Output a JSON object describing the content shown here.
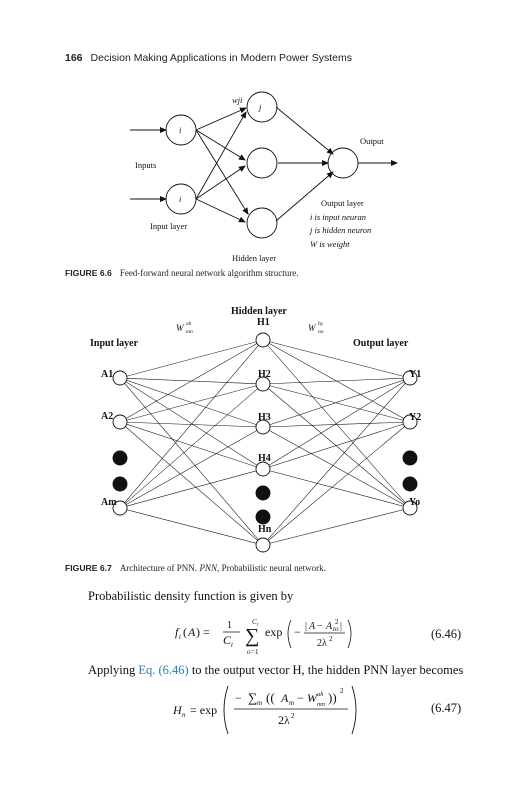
{
  "header": {
    "page_number": "166",
    "book_title": "Decision Making Applications in Modern Power Systems"
  },
  "figure_6_6": {
    "labels": {
      "wji": "wji",
      "j": "j",
      "i_top": "i",
      "i_bottom": "i",
      "inputs": "Inputs",
      "input_layer": "Input layer",
      "hidden_layer": "Hidden layer",
      "output": "Output",
      "output_layer": "Output layer",
      "legend_i": "i is input neuran",
      "legend_j": "j is hidden neuron",
      "legend_w": "W is weight"
    },
    "caption_label": "FIGURE 6.6",
    "caption_text": "Feed-forward neural network algorithm structure."
  },
  "figure_6_7": {
    "labels": {
      "hidden_layer": "Hidden layer",
      "input_layer": "Input layer",
      "output_layer": "Output layer",
      "w_left": "W",
      "w_left_sup": "ah",
      "w_left_sub": "mn",
      "w_right": "W",
      "w_right_sup": "hy",
      "w_right_sub": "no",
      "h1": "H1",
      "h2": "H2",
      "h3": "H3",
      "h4": "H4",
      "hn": "Hn",
      "a1": "A1",
      "a2": "A2",
      "am": "Am",
      "y1": "Y1",
      "y2": "Y2",
      "yo": "Yo"
    },
    "caption_label": "FIGURE 6.7",
    "caption_pre": "Architecture of PNN.",
    "caption_abbr": "PNN,",
    "caption_post": "Probabilistic neural network."
  },
  "body": {
    "para1": "Probabilistic density function is given by",
    "para2_pre": "Applying",
    "para2_link": "Eq. (6.46)",
    "para2_post": "to the output vector H, the hidden PNN layer becomes",
    "eq1_number": "(6.46)",
    "eq2_number": "(6.47)"
  },
  "colors": {
    "link": "#2a7fa8"
  }
}
